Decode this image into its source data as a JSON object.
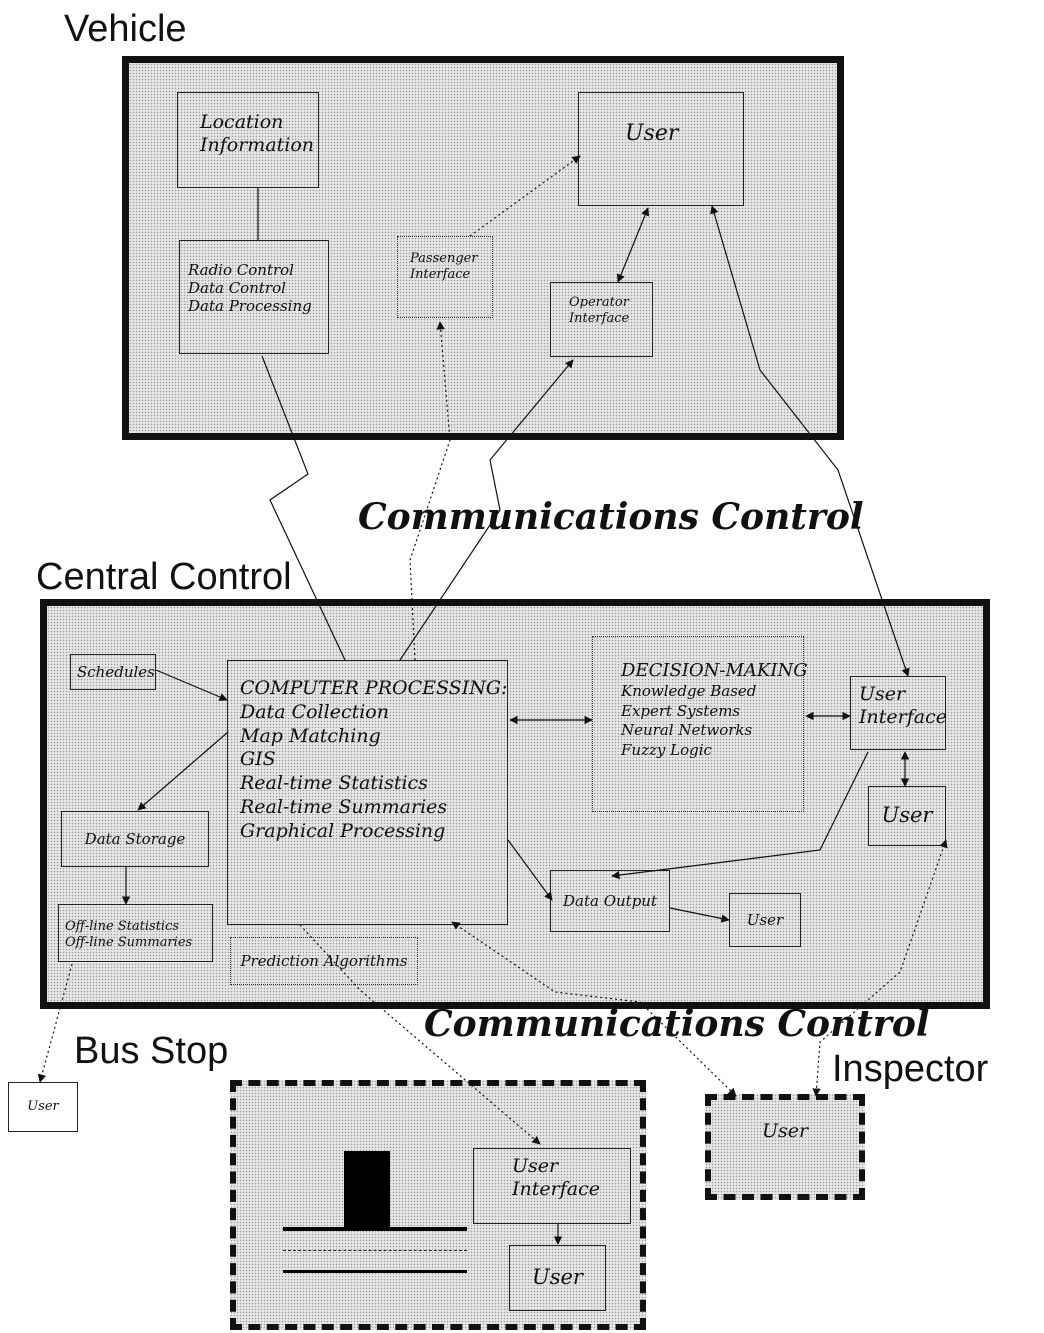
{
  "regions": {
    "vehicle": "Vehicle",
    "central": "Central Control",
    "bus_stop": "Bus Stop",
    "inspector": "Inspector"
  },
  "comm_labels": {
    "upper": "Communications Control",
    "lower": "Communications Control"
  },
  "vehicle": {
    "location": [
      "Location",
      "Information"
    ],
    "radio": [
      "Radio Control",
      "Data Control",
      "Data Processing"
    ],
    "passenger": [
      "Passenger",
      "Interface"
    ],
    "operator": [
      "Operator",
      "Interface"
    ],
    "user": "User"
  },
  "central": {
    "schedules": "Schedules",
    "processing": [
      "COMPUTER PROCESSING:",
      "Data Collection",
      "Map Matching",
      "GIS",
      "Real-time Statistics",
      "Real-time Summaries",
      "Graphical Processing"
    ],
    "decision": [
      "DECISION-MAKING",
      "Knowledge Based",
      "Expert Systems",
      "Neural Networks",
      "Fuzzy Logic"
    ],
    "user_interface": [
      "User",
      "Interface"
    ],
    "user_right": "User",
    "data_storage": "Data Storage",
    "offline": [
      "Off-line Statistics",
      "Off-line Summaries"
    ],
    "prediction": "Prediction Algorithms",
    "data_output": "Data Output",
    "user_output": "User"
  },
  "outside": {
    "user_left": "User"
  },
  "bus_stop": {
    "user_interface": [
      "User",
      "Interface"
    ],
    "user": "User"
  },
  "inspector": {
    "user": "User"
  }
}
